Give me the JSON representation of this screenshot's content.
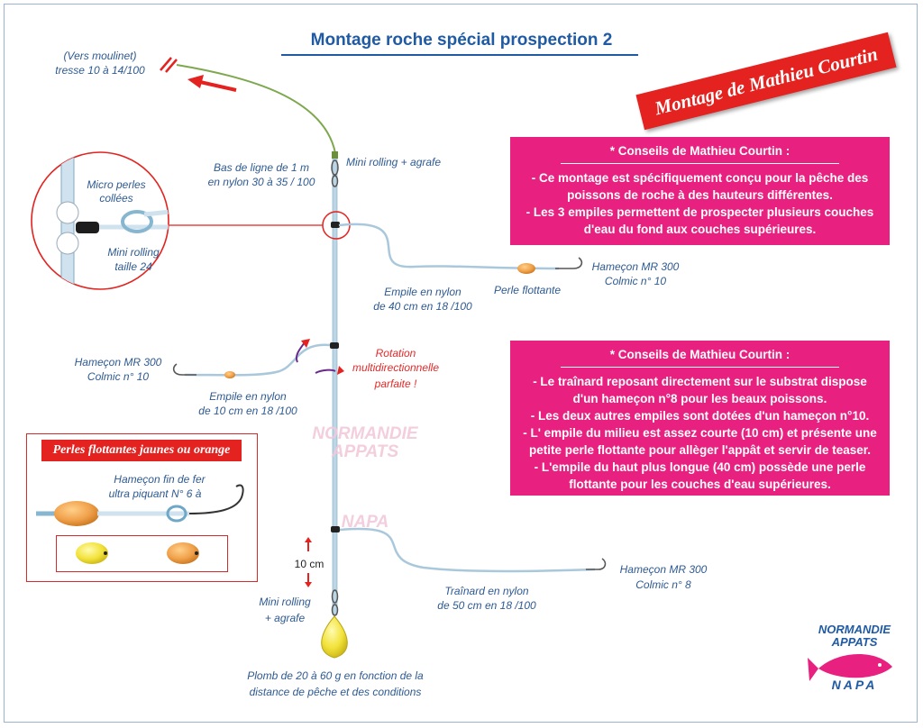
{
  "title": "Montage roche spécial prospection 2",
  "banner": "Montage de Mathieu Courtin",
  "labels": {
    "vers_moulinet": "(Vers moulinet)",
    "tresse": "tresse 10 à 14/100",
    "micro_perles_1": "Micro perles",
    "micro_perles_2": "collées",
    "mini_rolling_1": "Mini rolling",
    "mini_rolling_2": "taille 24",
    "bas_de_ligne_1": "Bas de ligne de 1 m",
    "bas_de_ligne_2": "en nylon 30 à 35 / 100",
    "mini_rolling_agrafe_top": "Mini rolling + agrafe",
    "hamecon_top_1": "Hameçon MR 300",
    "hamecon_top_2": "Colmic n° 10",
    "perle_flottante": "Perle flottante",
    "empile_top_1": "Empile en nylon",
    "empile_top_2": "de 40 cm en 18 /100",
    "hamecon_mid_1": "Hameçon MR 300",
    "hamecon_mid_2": "Colmic n° 10",
    "empile_mid_1": "Empile en nylon",
    "empile_mid_2": "de 10 cm en 18 /100",
    "rotation_1": "Rotation",
    "rotation_2": "multidirectionnelle",
    "rotation_3": "parfaite !",
    "ten_cm": "10 cm",
    "mini_rolling_bottom_1": "Mini rolling",
    "mini_rolling_bottom_2": "+ agrafe",
    "hamecon_bottom_1": "Hameçon MR 300",
    "hamecon_bottom_2": "Colmic n° 8",
    "trainard_1": "Traînard en nylon",
    "trainard_2": "de 50 cm en 18 /100",
    "plomb_1": "Plomb de 20 à 60 g en fonction de la",
    "plomb_2": "distance de pêche et des conditions"
  },
  "perles_box": {
    "title": "Perles flottantes jaunes ou orange",
    "hook_1": "Hameçon fin de fer",
    "hook_2": "ultra piquant N° 6 à"
  },
  "tip1": {
    "heading": "* Conseils de Mathieu Courtin :",
    "lines": [
      "- Ce montage est spécifiquement conçu pour  la pêche des",
      "poissons de roche à des hauteurs différentes.",
      "- Les 3 empiles permettent de prospecter plusieurs couches",
      "d'eau du fond aux couches supérieures."
    ]
  },
  "tip2": {
    "heading": "* Conseils de Mathieu Courtin :",
    "lines": [
      "- Le traînard reposant directement sur le substrat dispose",
      "d'un hameçon n°8 pour les beaux poissons.",
      "- Les deux autres empiles sont dotées d'un hameçon n°10.",
      "- L' empile du milieu est assez courte (10 cm) et présente une",
      "petite perle flottante pour allèger l'appât et servir de teaser.",
      "- L'empile du haut plus longue (40 cm) possède une perle",
      "flottante pour les couches d'eau supérieures."
    ]
  },
  "logo": {
    "line1": "NORMANDIE",
    "line2": "APPATS",
    "line3": "NAPA"
  },
  "colors": {
    "title_blue": "#1f5aa3",
    "label_blue": "#2e5a92",
    "accent_red": "#e4221f",
    "tip_pink": "#e8207f",
    "braid_green": "#7ea84f",
    "nylon": "#a9c8dc",
    "bead_orange": "#f0a04a",
    "bead_yellow": "#f2e23a"
  }
}
